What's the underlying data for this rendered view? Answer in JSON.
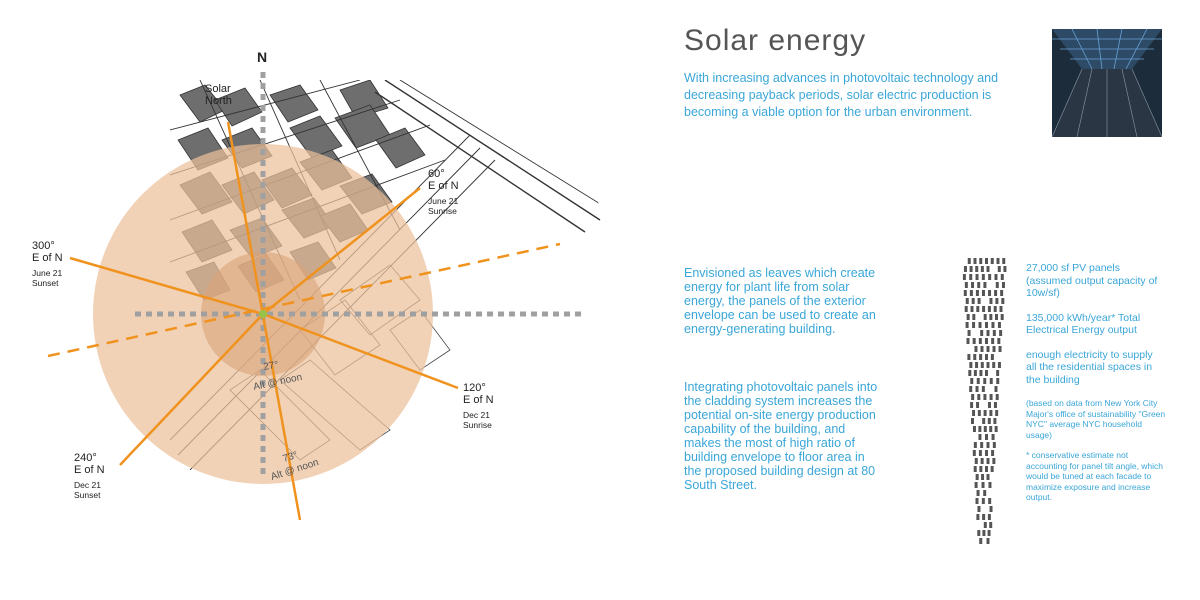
{
  "title": "Solar energy",
  "intro": "With increasing advances in photovoltaic technology and decreasing payback periods, solar electric production is becoming a viable option for the urban environment.",
  "body_paragraph_1": "Envisioned as leaves which create energy for plant life from solar energy, the panels of the exterior envelope can be used to create an energy-generating building.",
  "body_paragraph_2": "Integrating photovoltaic panels into the cladding system increases the potential on-site energy production capability of the building, and makes the most of high ratio of building envelope to floor area in the proposed building design at 80 South Street.",
  "stats": {
    "panels": "27,000 sf PV panels (assumed output capacity of 10w/sf)",
    "energy": "135,000 kWh/year* Total Electrical Energy output",
    "supply": "enough electricity to supply all the residential spaces in the building",
    "source_note": "(based on data from New York City Major's office of sustainability \"Green NYC\" average NYC household usage)",
    "footnote": "* conservative estimate not accounting for panel tilt angle, which would be tuned at each facade to maximize exposure and increase output."
  },
  "diagram": {
    "north": "N",
    "solar_north": "Solar North",
    "sunrise_june_angle": "60°",
    "sunrise_june_e": "E of N",
    "sunrise_june_sub": "June 21 Sunrise",
    "sunset_june_angle": "300°",
    "sunset_june_e": "E of N",
    "sunset_june_sub": "June 21 Sunset",
    "sunrise_dec_angle": "120°",
    "sunrise_dec_e": "E of N",
    "sunrise_dec_sub": "Dec 21 Sunrise",
    "sunset_dec_angle": "240°",
    "sunset_dec_e": "E of N",
    "sunset_dec_sub": "Dec 21 Sunset",
    "alt_small_deg": "27°",
    "alt_small": "Alt @ noon",
    "alt_large_deg": "73°",
    "alt_large": "Alt @ noon"
  },
  "colors": {
    "accent_orange": "#f0921e",
    "sun_disc": "#ebc09a",
    "text_blue": "#3aa6d8",
    "building_gray": "#6e6e6e"
  }
}
